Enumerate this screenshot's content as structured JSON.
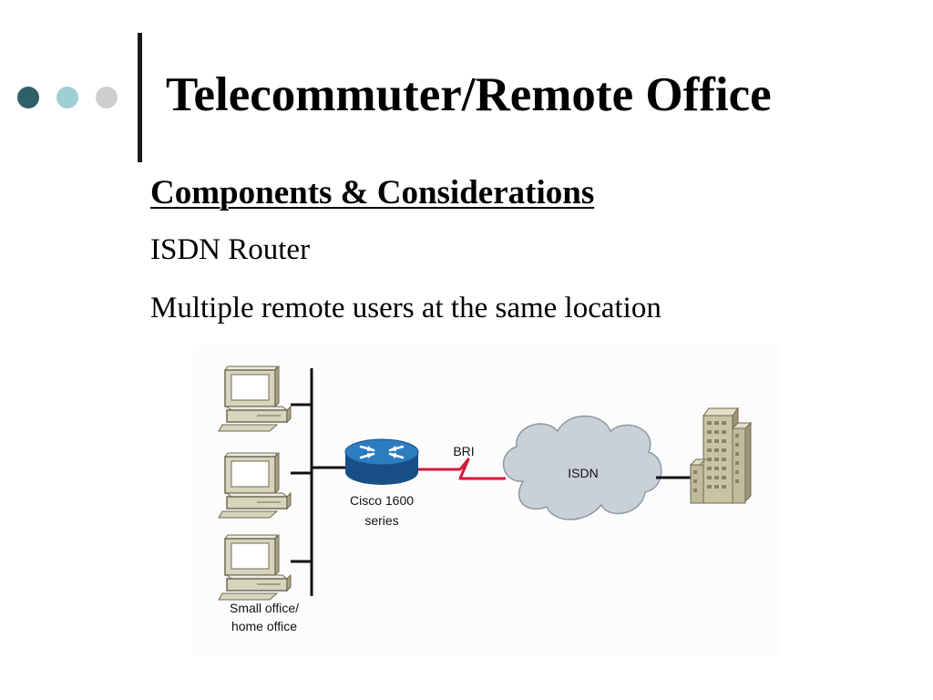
{
  "slide": {
    "title": "Telecommuter/Remote Office",
    "subtitle": "Components & Considerations",
    "bullets": [
      "ISDN Router",
      "Multiple remote users at the same location"
    ]
  },
  "decor": {
    "dot_colors": [
      "#2f6068",
      "#9fcfd2",
      "#cfcfcf"
    ]
  },
  "diagram": {
    "router_label_line1": "Cisco 1600",
    "router_label_line2": "series",
    "link_label": "BRI",
    "cloud_label": "ISDN",
    "office_label_line1": "Small office/",
    "office_label_line2": "home office",
    "colors": {
      "router": "#1f6fb5",
      "link": "#d6163c",
      "cloud": "#c9d0d8",
      "building": "#c9c3a4",
      "monitor": "#d9d4bc"
    }
  }
}
